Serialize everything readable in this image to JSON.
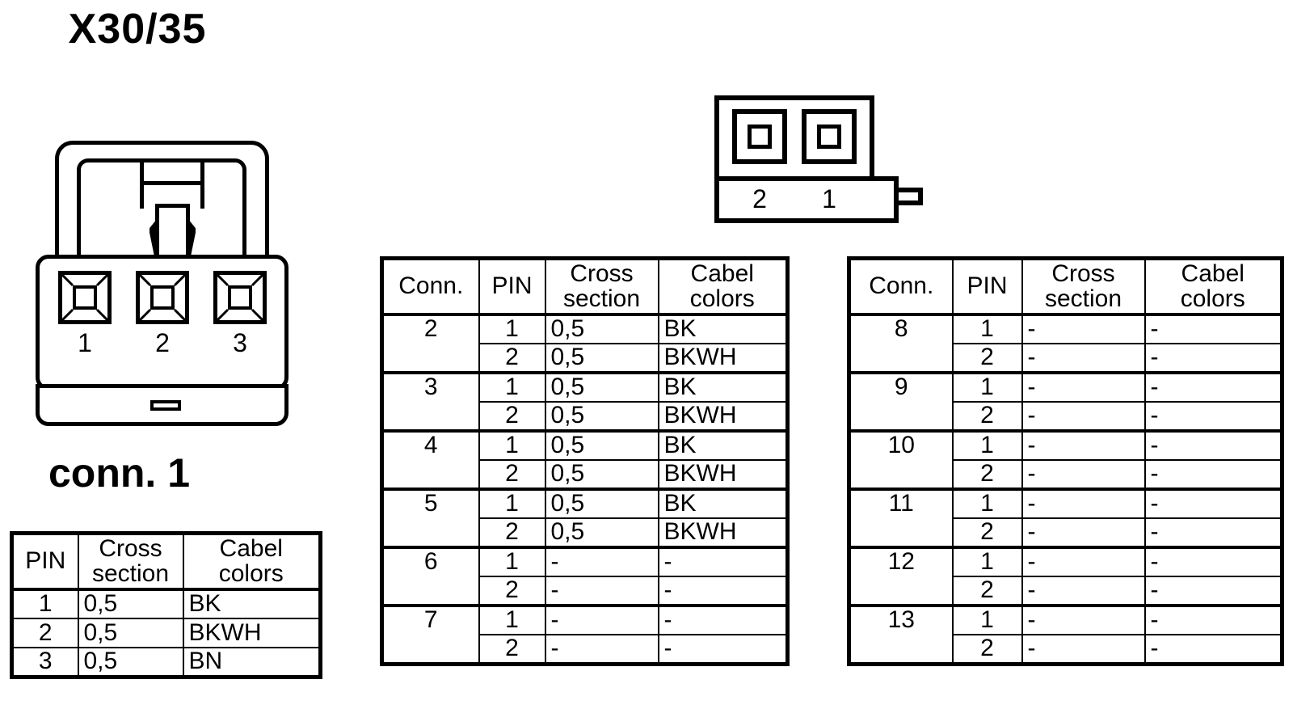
{
  "title": "X30/35",
  "conn1": {
    "caption": "conn. 1",
    "pin_labels": [
      "1",
      "2",
      "3"
    ]
  },
  "x_connector": {
    "pin_labels": [
      "2",
      "1"
    ]
  },
  "headers": {
    "pin": "PIN",
    "conn": "Conn.",
    "cross_line1": "Cross",
    "cross_line2": "section",
    "cabel_line1": "Cabel",
    "cabel_line2": "colors"
  },
  "table_left": {
    "columns": [
      "PIN",
      "Cross section",
      "Cabel colors"
    ],
    "rows": [
      {
        "pin": "1",
        "cross": "0,5",
        "color": "BK"
      },
      {
        "pin": "2",
        "cross": "0,5",
        "color": "BKWH"
      },
      {
        "pin": "3",
        "cross": "0,5",
        "color": "BN"
      }
    ]
  },
  "table_middle": {
    "columns": [
      "Conn.",
      "PIN",
      "Cross section",
      "Cabel colors"
    ],
    "groups": [
      {
        "conn": "2",
        "rows": [
          {
            "pin": "1",
            "cross": "0,5",
            "color": "BK"
          },
          {
            "pin": "2",
            "cross": "0,5",
            "color": "BKWH"
          }
        ]
      },
      {
        "conn": "3",
        "rows": [
          {
            "pin": "1",
            "cross": "0,5",
            "color": "BK"
          },
          {
            "pin": "2",
            "cross": "0,5",
            "color": "BKWH"
          }
        ]
      },
      {
        "conn": "4",
        "rows": [
          {
            "pin": "1",
            "cross": "0,5",
            "color": "BK"
          },
          {
            "pin": "2",
            "cross": "0,5",
            "color": "BKWH"
          }
        ]
      },
      {
        "conn": "5",
        "rows": [
          {
            "pin": "1",
            "cross": "0,5",
            "color": "BK"
          },
          {
            "pin": "2",
            "cross": "0,5",
            "color": "BKWH"
          }
        ]
      },
      {
        "conn": "6",
        "rows": [
          {
            "pin": "1",
            "cross": "-",
            "color": "-"
          },
          {
            "pin": "2",
            "cross": "-",
            "color": "-"
          }
        ]
      },
      {
        "conn": "7",
        "rows": [
          {
            "pin": "1",
            "cross": "-",
            "color": "-"
          },
          {
            "pin": "2",
            "cross": "-",
            "color": "-"
          }
        ]
      }
    ]
  },
  "table_right": {
    "columns": [
      "Conn.",
      "PIN",
      "Cross section",
      "Cabel colors"
    ],
    "groups": [
      {
        "conn": "8",
        "rows": [
          {
            "pin": "1",
            "cross": "-",
            "color": "-"
          },
          {
            "pin": "2",
            "cross": "-",
            "color": "-"
          }
        ]
      },
      {
        "conn": "9",
        "rows": [
          {
            "pin": "1",
            "cross": "-",
            "color": "-"
          },
          {
            "pin": "2",
            "cross": "-",
            "color": "-"
          }
        ]
      },
      {
        "conn": "10",
        "rows": [
          {
            "pin": "1",
            "cross": "-",
            "color": "-"
          },
          {
            "pin": "2",
            "cross": "-",
            "color": "-"
          }
        ]
      },
      {
        "conn": "11",
        "rows": [
          {
            "pin": "1",
            "cross": "-",
            "color": "-"
          },
          {
            "pin": "2",
            "cross": "-",
            "color": "-"
          }
        ]
      },
      {
        "conn": "12",
        "rows": [
          {
            "pin": "1",
            "cross": "-",
            "color": "-"
          },
          {
            "pin": "2",
            "cross": "-",
            "color": "-"
          }
        ]
      },
      {
        "conn": "13",
        "rows": [
          {
            "pin": "1",
            "cross": "-",
            "color": "-"
          },
          {
            "pin": "2",
            "cross": "-",
            "color": "-"
          }
        ]
      }
    ]
  }
}
